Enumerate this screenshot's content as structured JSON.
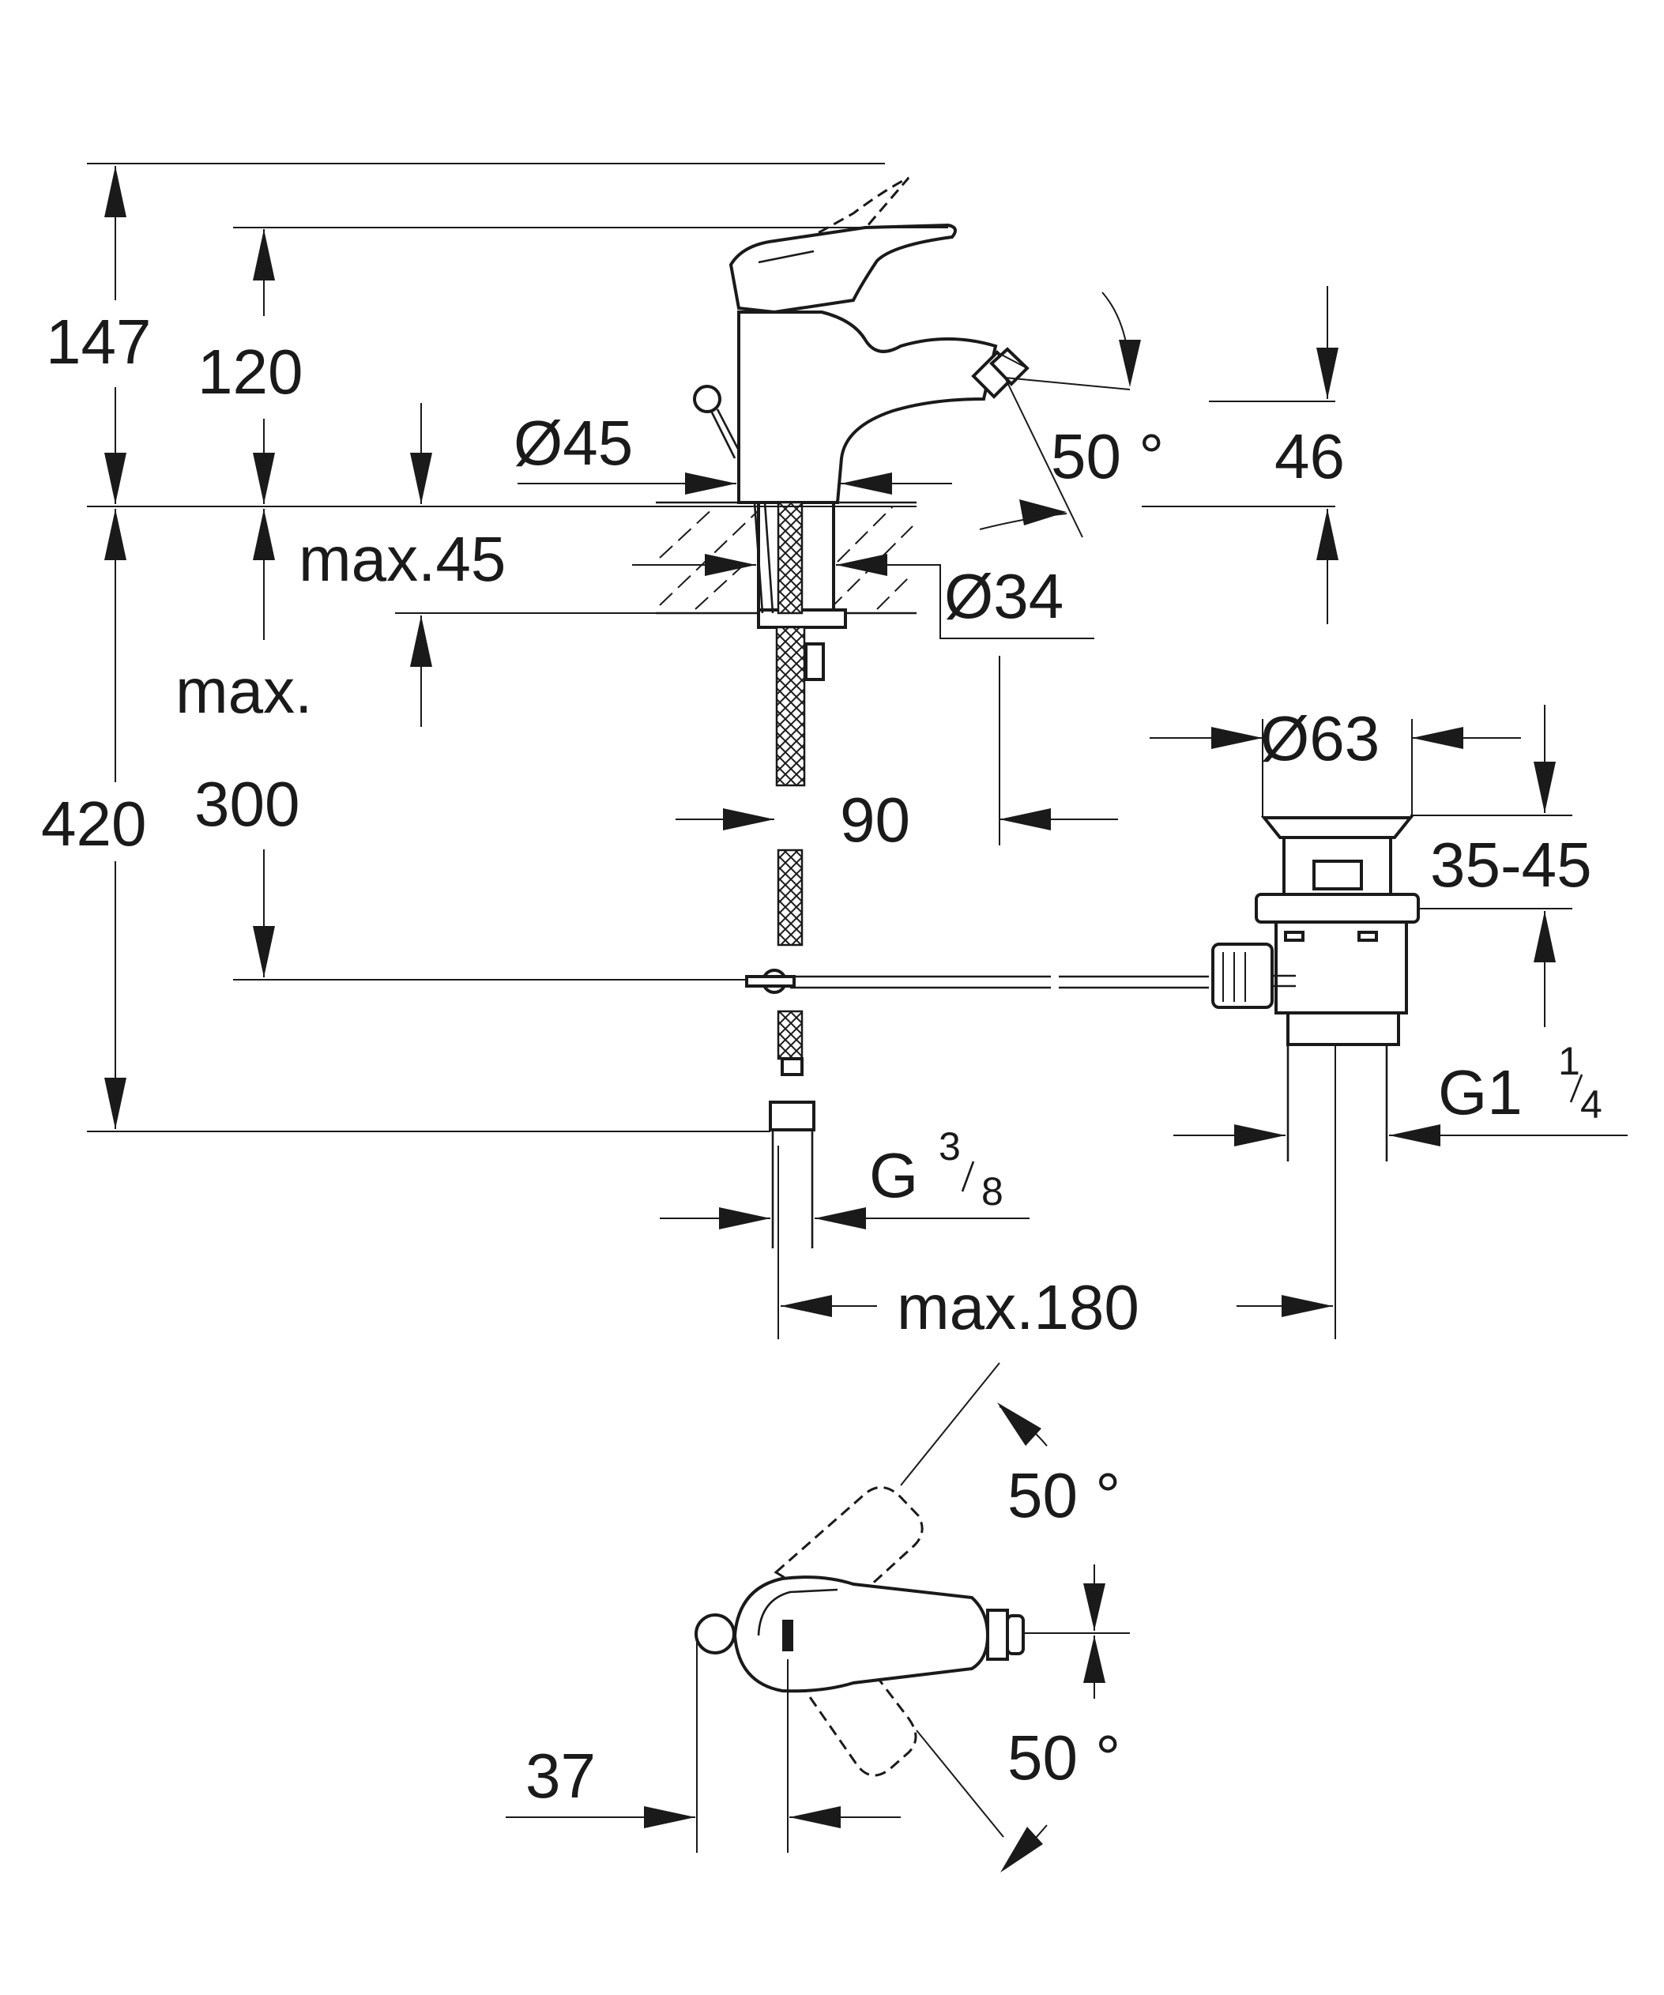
{
  "side_view": {
    "dims": {
      "d147": "147",
      "d120": "120",
      "d45_dia": "Ø45",
      "angle_spout": "50 °",
      "d46": "46",
      "max45": "max.45",
      "d34_dia": "Ø34",
      "max_label": "max.",
      "d300": "300",
      "d420": "420",
      "d90": "90",
      "d63_dia": "Ø63",
      "range_35_45": "35-45",
      "g114_main": "G1",
      "g114_num": "1",
      "g114_den": "4",
      "g38_main": "G",
      "g38_num": "3",
      "g38_den": "8",
      "max180": "max.180"
    }
  },
  "top_view": {
    "dims": {
      "angle_top": "50 °",
      "angle_bottom": "50 °",
      "d37": "37"
    }
  }
}
